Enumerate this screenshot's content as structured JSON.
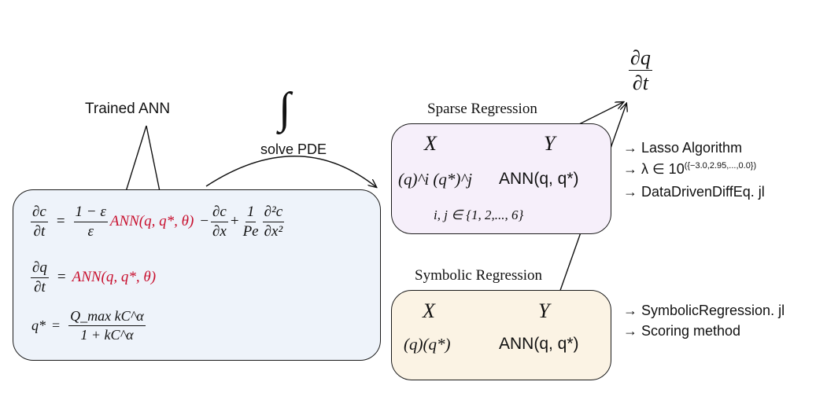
{
  "trained_ann_label": "Trained ANN",
  "integral_symbol": "∫",
  "solve_pde_label": "solve PDE",
  "dqdt": {
    "num": "∂q",
    "den": "∂t"
  },
  "pde_box": {
    "eq1": {
      "lhs_num": "∂c",
      "lhs_den": "∂t",
      "eq": "=",
      "f1_num": "1 − ε",
      "f1_den": "ε",
      "ann": "ANN(q, q*, θ)",
      "minus": "−",
      "f2_num": "∂c",
      "f2_den": "∂x",
      "plus": "+",
      "f3_num": "1",
      "f3_den": "Pe",
      "f4_num": "∂²c",
      "f4_den": "∂x²"
    },
    "eq2": {
      "lhs_num": "∂q",
      "lhs_den": "∂t",
      "eq": "=",
      "ann": "ANN(q, q*, θ)"
    },
    "eq3": {
      "lhs": "q*",
      "eq": "=",
      "num": "Q_max kC^α",
      "den": "1 + kC^α"
    }
  },
  "sparse": {
    "title": "Sparse Regression",
    "x": "X",
    "y": "Y",
    "x_expr": "(q)^i (q*)^j",
    "y_expr": "ANN(q, q*)",
    "index": "i, j ∈ {1, 2,..., 6}",
    "notes": [
      "→ Lasso Algorithm",
      "→ λ  ∈  10",
      "→ DataDrivenDiffEq. jl"
    ],
    "lambda_exp": "({−3.0,2.95,...,0.0})"
  },
  "symbolic": {
    "title": "Symbolic Regression",
    "x": "X",
    "y": "Y",
    "x_expr": "(q)(q*)",
    "y_expr": "ANN(q, q*)",
    "notes": [
      "→ SymbolicRegression. jl",
      "→ Scoring method"
    ]
  },
  "colors": {
    "pde_fill": "#eef3fa",
    "sparse_fill": "#f6effa",
    "symbolic_fill": "#fbf3e4",
    "ann_red": "#c8102e"
  }
}
